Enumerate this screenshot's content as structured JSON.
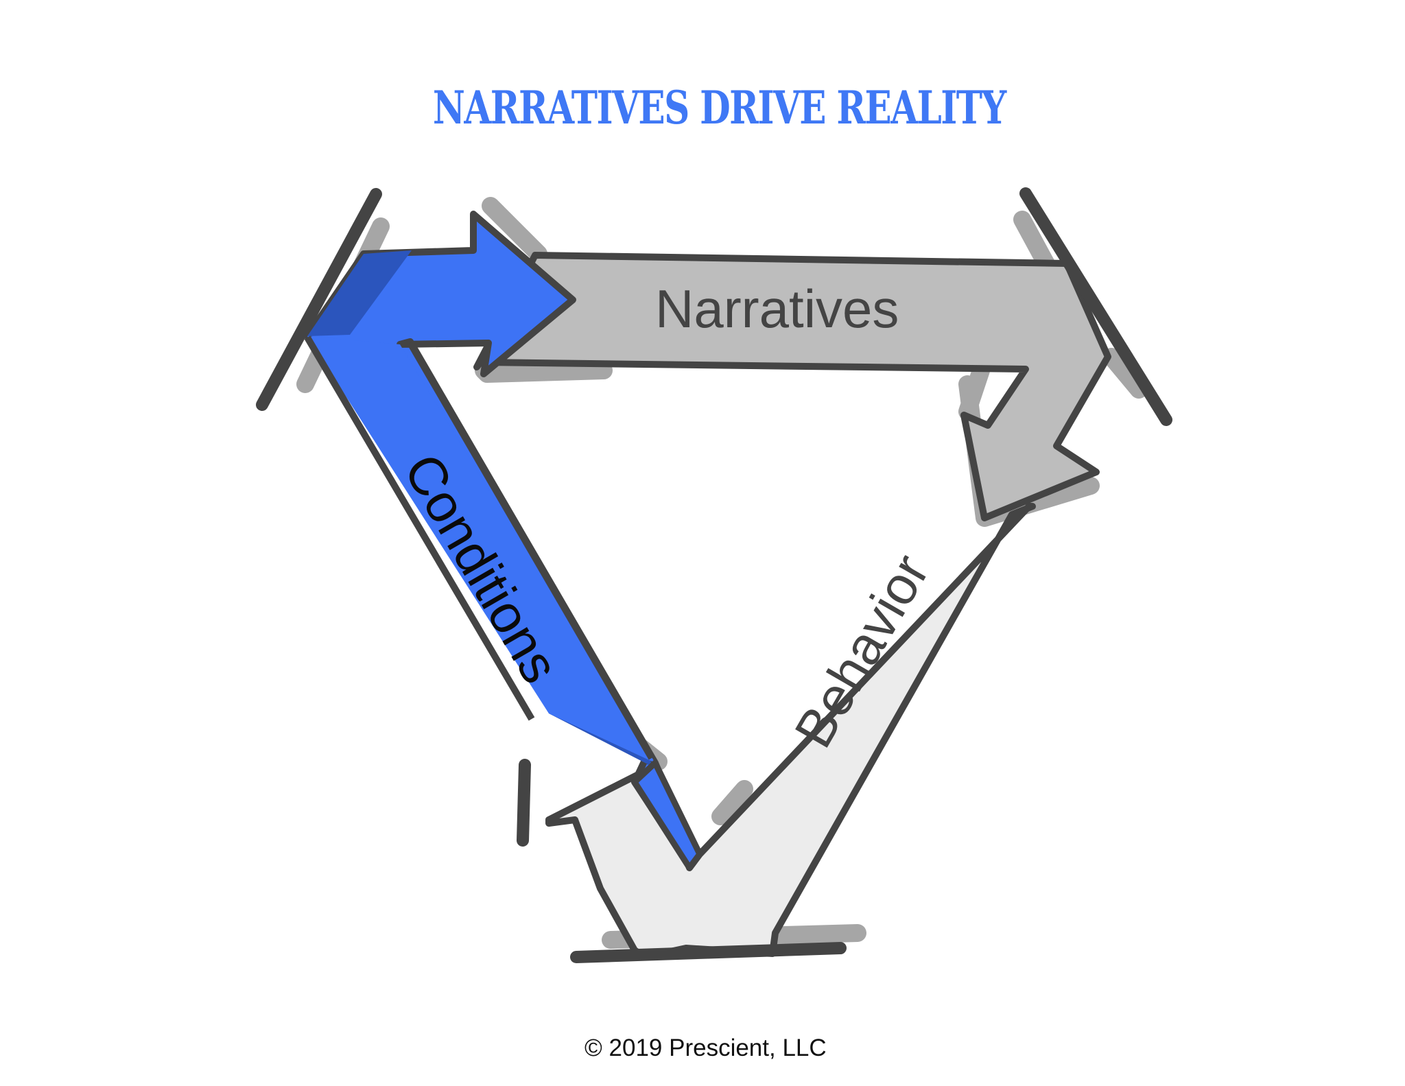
{
  "title": "NARRATIVES DRIVE REALITY",
  "diagram": {
    "arrows": [
      {
        "label": "Narratives",
        "fill": "#bdbdbd",
        "direction": "left-to-right then down"
      },
      {
        "label": "Behavior",
        "fill": "#ececec",
        "direction": "bottom up-left"
      },
      {
        "label": "Conditions",
        "fill": "#3d73f5",
        "direction": "top-left down then right"
      }
    ],
    "colors": {
      "accent_blue": "#3d73f5",
      "dark_blue": "#2b55bd",
      "outline": "#444444",
      "shadow": "#a6a6a6",
      "narratives_gray": "#bdbdbd",
      "behavior_gray": "#ececec"
    }
  },
  "footer": {
    "copyright": "© 2019 Prescient, LLC"
  }
}
